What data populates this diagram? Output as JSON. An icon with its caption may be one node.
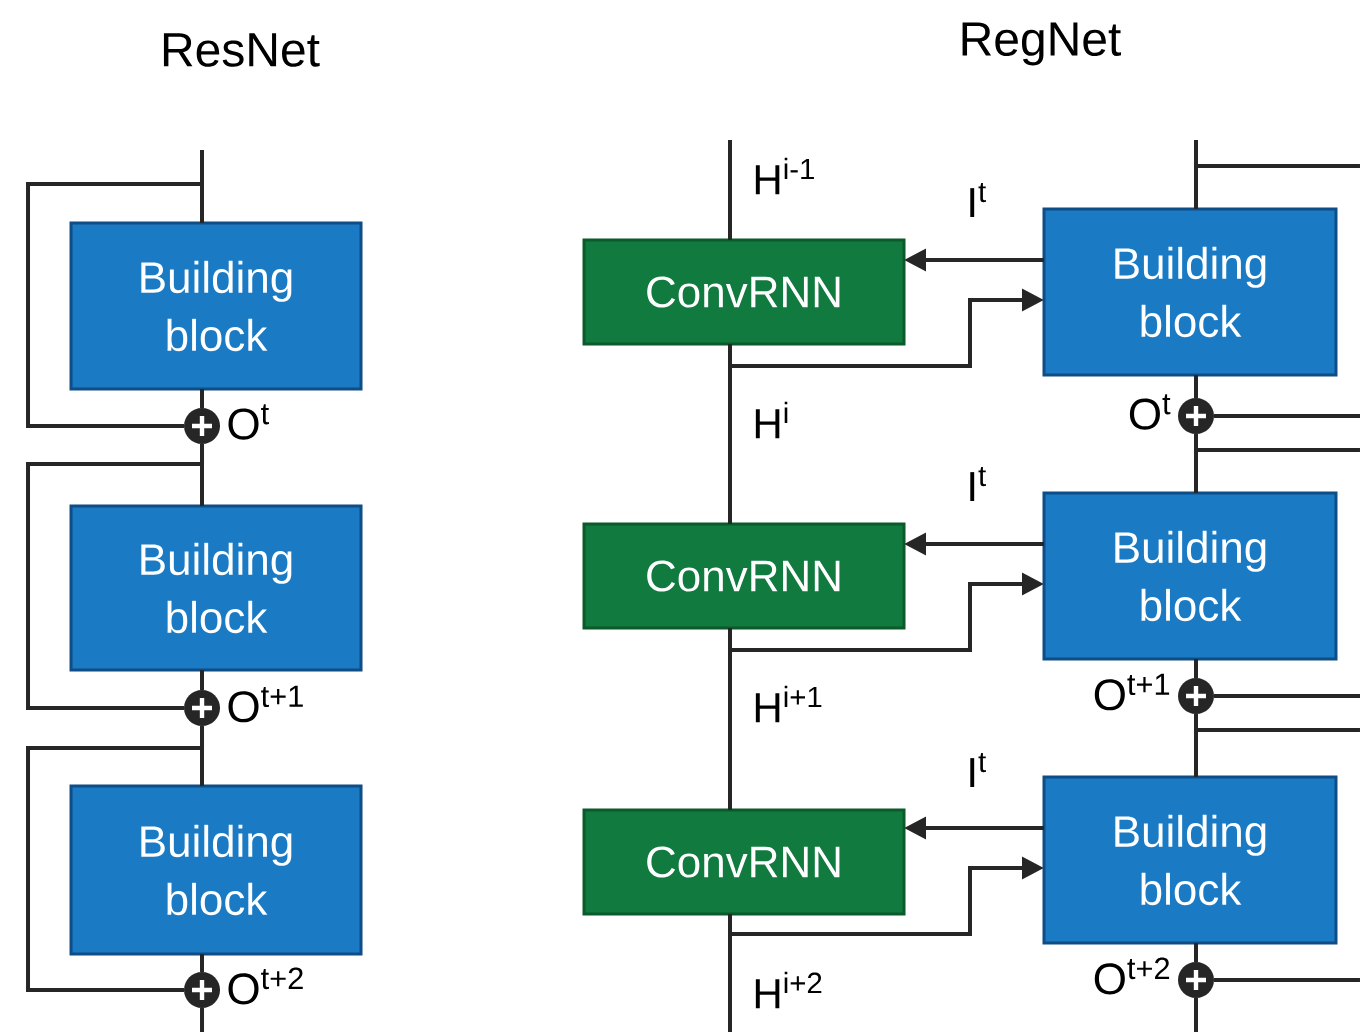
{
  "diagram": {
    "nodes": [
      {
        "text": [
          "Building block"
        ]
      },
      {
        "text": [
          "Building block"
        ]
      },
      {
        "text": [
          "Building block"
        ]
      },
      {
        "text": [],
        "shape": "circle",
        "beside": [
          "O$^{t}$"
        ]
      },
      {
        "text": [],
        "shape": "circle",
        "beside": [
          "O$^{t+1}$"
        ]
      },
      {
        "text": [],
        "shape": "circle",
        "beside": [
          "O$^{t+2}$"
        ]
      },
      {
        "text": [
          "ConvRNN"
        ]
      },
      {
        "text": [
          "ConvRNN"
        ]
      },
      {
        "text": [
          "ConvRNN"
        ]
      },
      {
        "text": [
          "Building block"
        ]
      },
      {
        "text": [
          "Building block"
        ]
      },
      {
        "text": [
          "Building block"
        ]
      },
      {
        "text": [],
        "shape": "circle",
        "beside": [
          "O$^{t}$"
        ]
      },
      {
        "text": [],
        "shape": "circle",
        "beside": [
          "O$^{t+1}$"
        ]
      },
      {
        "text": [],
        "shape": "circle",
        "beside": [
          "O$^{t+2}$"
        ]
      }
    ],
    "edges": [
      {
        "from": null,
        "to": 0,
        "arrow": "none"
      },
      {
        "from": 0,
        "to": 3,
        "arrow": "none"
      },
      {
        "from": null,
        "to": 3,
        "arrow": "none"
      },
      {
        "from": 3,
        "to": 1,
        "arrow": "none"
      },
      {
        "from": 3,
        "to": 4,
        "arrow": "none"
      },
      {
        "from": 1,
        "to": 4,
        "arrow": "none"
      },
      {
        "from": 4,
        "to": 2,
        "arrow": "none"
      },
      {
        "from": 4,
        "to": 5,
        "arrow": "none"
      },
      {
        "from": 2,
        "to": 5,
        "arrow": "none"
      },
      {
        "from": 5,
        "to": null,
        "arrow": "none"
      },
      {
        "from": null,
        "to": 6,
        "arrow": "none",
        "label": "H$^{i-1}$"
      },
      {
        "from": 6,
        "to": 7,
        "arrow": "none",
        "label": "H$^{i}$"
      },
      {
        "from": 7,
        "to": 8,
        "arrow": "none",
        "label": "H$^{i+1}$"
      },
      {
        "from": 8,
        "to": null,
        "arrow": "none",
        "label": "H$^{i+2}$"
      },
      {
        "from": 9,
        "to": 6,
        "arrow": "to",
        "label": "I$^{t}$"
      },
      {
        "from": 6,
        "to": 9,
        "arrow": "to"
      },
      {
        "from": 10,
        "to": 7,
        "arrow": "to",
        "label": "I$^{t}$"
      },
      {
        "from": 7,
        "to": 10,
        "arrow": "to"
      },
      {
        "from": 11,
        "to": 8,
        "arrow": "to",
        "label": "I$^{t}$"
      },
      {
        "from": 8,
        "to": 11,
        "arrow": "to"
      },
      {
        "from": null,
        "to": 9,
        "arrow": "none"
      },
      {
        "from": 9,
        "to": 12,
        "arrow": "none"
      },
      {
        "from": null,
        "to": 12,
        "arrow": "none"
      },
      {
        "from": 12,
        "to": 10,
        "arrow": "none"
      },
      {
        "from": 12,
        "to": 13,
        "arrow": "none"
      },
      {
        "from": 10,
        "to": 13,
        "arrow": "none"
      },
      {
        "from": 13,
        "to": 11,
        "arrow": "none"
      },
      {
        "from": 13,
        "to": 14,
        "arrow": "none"
      },
      {
        "from": 11,
        "to": 14,
        "arrow": "none"
      },
      {
        "from": 14,
        "to": null,
        "arrow": "none"
      }
    ],
    "labels": [
      "ResNet",
      "RegNet"
    ]
  }
}
